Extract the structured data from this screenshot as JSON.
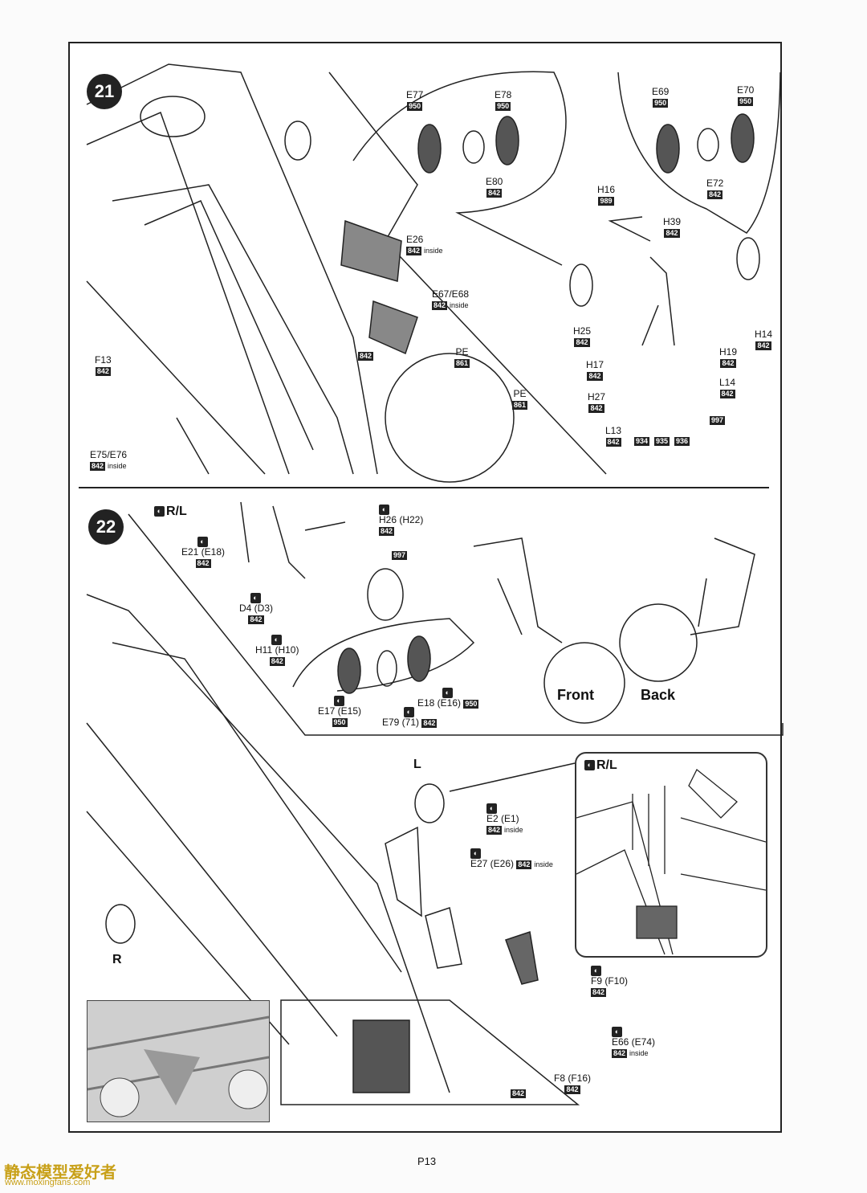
{
  "page_number": "P13",
  "watermark": {
    "cn": "静态模型爱好者",
    "url": "www.moxingfans.com"
  },
  "steps": {
    "s21": "21",
    "s22": "22"
  },
  "step21": {
    "parts": [
      {
        "id": "E77",
        "paint": "950"
      },
      {
        "id": "E78",
        "paint": "950"
      },
      {
        "id": "E80",
        "paint": "842"
      },
      {
        "id": "E69",
        "paint": "950"
      },
      {
        "id": "E70",
        "paint": "950"
      },
      {
        "id": "E72",
        "paint": "842"
      },
      {
        "id": "H16",
        "paint": "989"
      },
      {
        "id": "H39",
        "paint": "842"
      },
      {
        "id": "E26",
        "paint": "842",
        "note": "inside"
      },
      {
        "id": "E67/E68",
        "paint": "842",
        "note": "inside"
      },
      {
        "id": "H25",
        "paint": "842"
      },
      {
        "id": "H14",
        "paint": "842"
      },
      {
        "id": "H19",
        "paint": "842"
      },
      {
        "id": "H17",
        "paint": "842"
      },
      {
        "id": "L14",
        "paint": "842"
      },
      {
        "id": "H27",
        "paint": "842"
      },
      {
        "id": "L13",
        "paint": "842"
      },
      {
        "id": "F13",
        "paint": "842"
      },
      {
        "id": "E75/E76",
        "paint": "842",
        "note": "inside"
      },
      {
        "id": "PE",
        "paint": "861"
      },
      {
        "id": "PE",
        "paint": "861"
      }
    ],
    "loose_paints": [
      "842",
      "997",
      "934",
      "935",
      "936"
    ]
  },
  "step22": {
    "rl": "R/L",
    "parts": [
      {
        "id": "E21 (E18)",
        "paint": "842"
      },
      {
        "id": "H26 (H22)",
        "paint": "842"
      },
      {
        "id": "D4 (D3)",
        "paint": "842"
      },
      {
        "id": "H11 (H10)",
        "paint": "842"
      },
      {
        "id": "E17 (E15)",
        "paint": "950"
      },
      {
        "id": "E79 (71)",
        "paint": "842"
      },
      {
        "id": "E18 (E16)",
        "paint": "950"
      },
      {
        "id": "E2 (E1)",
        "paint": "842",
        "note": "inside"
      },
      {
        "id": "E27 (E26)",
        "paint": "842",
        "note": "inside"
      },
      {
        "id": "F9 (F10)",
        "paint": "842"
      },
      {
        "id": "E66 (E74)",
        "paint": "842",
        "note": "inside"
      },
      {
        "id": "F8 (F16)",
        "paint": "842"
      }
    ],
    "loose_paints": [
      "997",
      "842"
    ],
    "front": "Front",
    "back": "Back",
    "left": "L",
    "right": "R",
    "inset_rl": "R/L"
  }
}
